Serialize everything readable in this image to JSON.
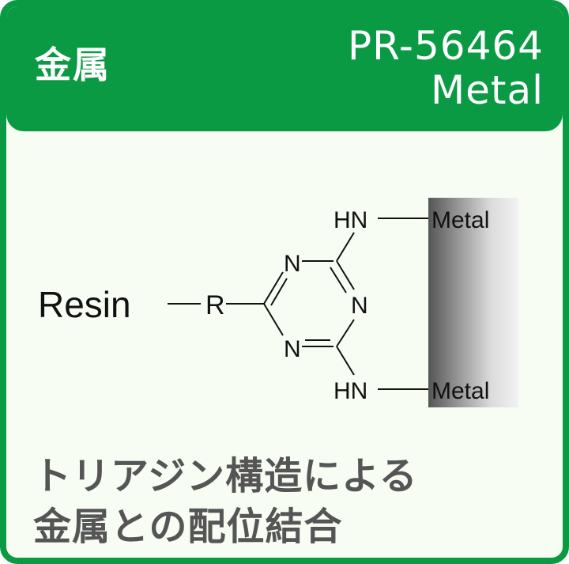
{
  "header": {
    "category": "金属",
    "code": "PR-56464",
    "subtitle": "Metal"
  },
  "diagram": {
    "resin_label": "Resin",
    "r_label": "R",
    "ring_atoms": [
      "N",
      "N",
      "N"
    ],
    "amine_top": "HN",
    "amine_bottom": "HN",
    "metal_top": "Metal",
    "metal_bottom": "Metal"
  },
  "caption": {
    "line1": "トリアジン構造による",
    "line2": "金属との配位結合"
  },
  "colors": {
    "brand_green": "#0b9a44",
    "background": "#f8fdf3",
    "caption_text": "#555555"
  }
}
